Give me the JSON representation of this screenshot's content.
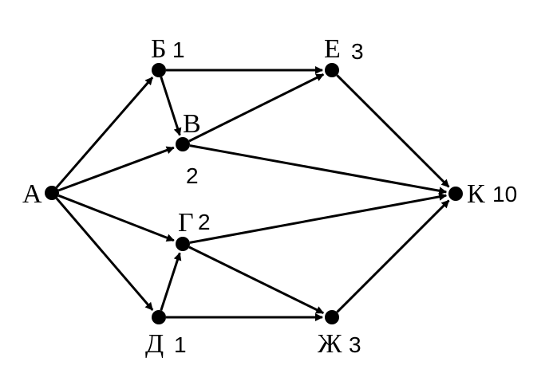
{
  "diagram": {
    "nodes": [
      {
        "id": "A",
        "letter": "А",
        "value": ""
      },
      {
        "id": "B",
        "letter": "Б",
        "value": "1"
      },
      {
        "id": "V",
        "letter": "В",
        "value": "2"
      },
      {
        "id": "G",
        "letter": "Г",
        "value": "2"
      },
      {
        "id": "D",
        "letter": "Д",
        "value": "1"
      },
      {
        "id": "E",
        "letter": "Е",
        "value": "3"
      },
      {
        "id": "ZH",
        "letter": "Ж",
        "value": "3"
      },
      {
        "id": "K",
        "letter": "К",
        "value": "10"
      }
    ],
    "edges": [
      {
        "from": "A",
        "to": "B"
      },
      {
        "from": "A",
        "to": "V"
      },
      {
        "from": "A",
        "to": "G"
      },
      {
        "from": "A",
        "to": "D"
      },
      {
        "from": "B",
        "to": "V"
      },
      {
        "from": "B",
        "to": "E"
      },
      {
        "from": "V",
        "to": "E"
      },
      {
        "from": "V",
        "to": "K"
      },
      {
        "from": "E",
        "to": "K"
      },
      {
        "from": "G",
        "to": "K"
      },
      {
        "from": "G",
        "to": "ZH"
      },
      {
        "from": "D",
        "to": "G"
      },
      {
        "from": "D",
        "to": "ZH"
      },
      {
        "from": "ZH",
        "to": "K"
      }
    ]
  },
  "colors": {
    "ink": "#000000",
    "background": "#ffffff"
  }
}
